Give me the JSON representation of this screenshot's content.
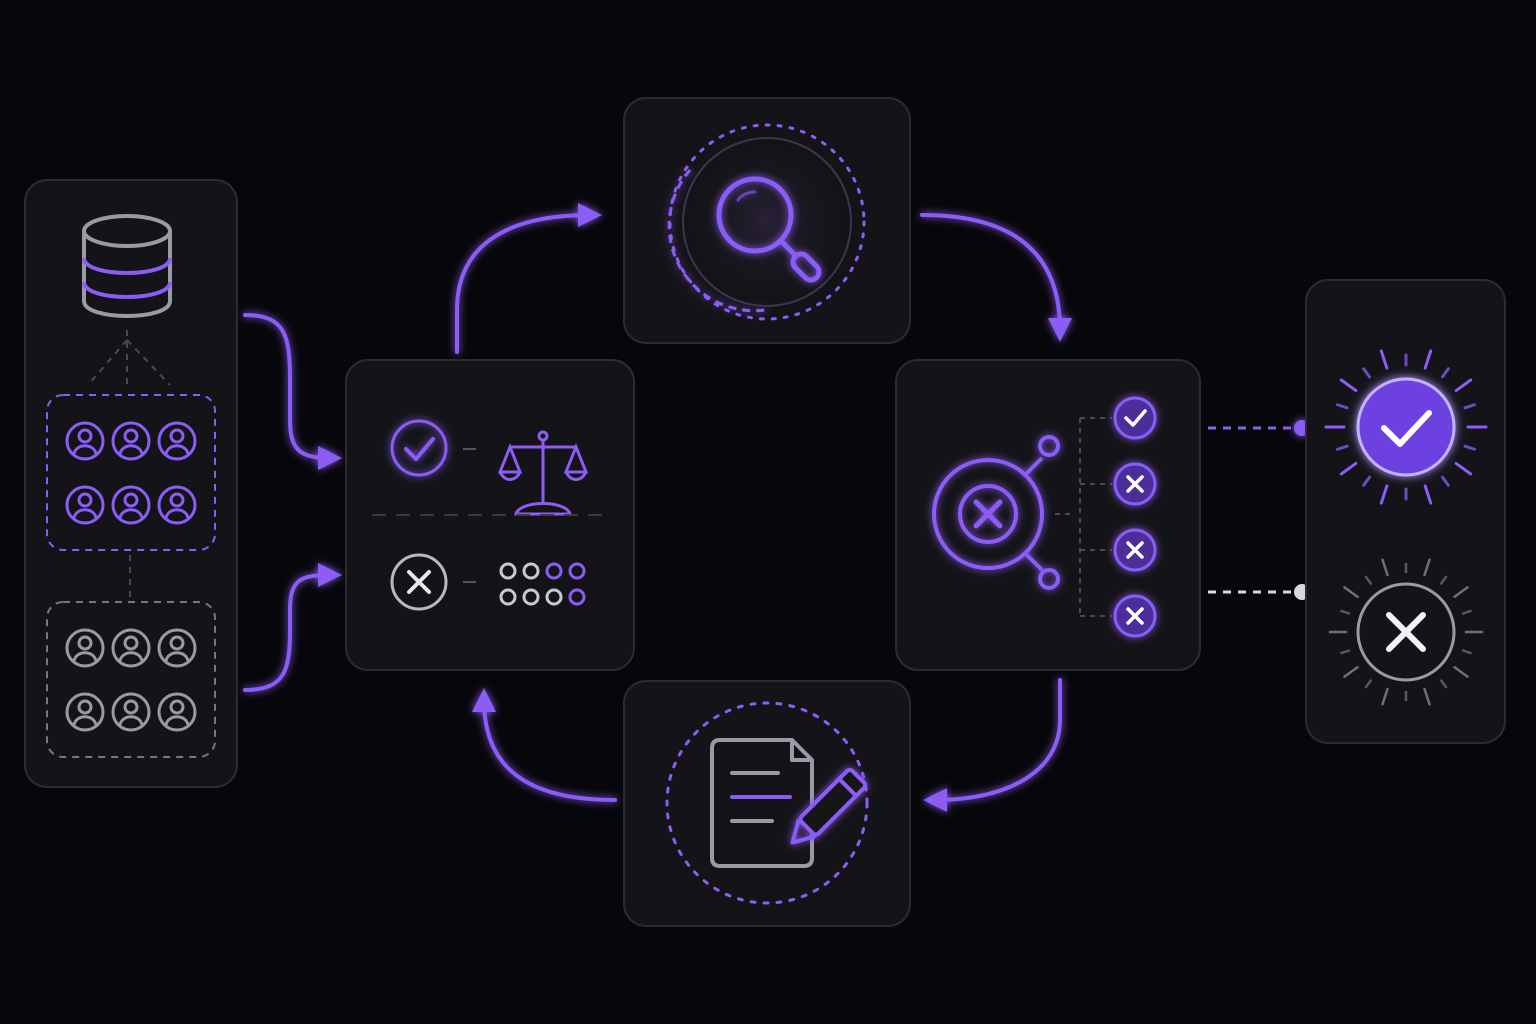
{
  "colors": {
    "background": "#07070b",
    "panel": "#141418",
    "panel_border": "#2b2b33",
    "accent": "#8b5cf6",
    "accent_fill": "#6d3fe0",
    "neutral": "#9a9aa6",
    "white": "#ecebf5"
  },
  "nodes": {
    "data_source": {
      "icons": [
        "database-icon",
        "user-group-icon",
        "user-group-icon"
      ],
      "highlighted_group_users": 6,
      "neutral_group_users": 6
    },
    "evaluation": {
      "icons": [
        "check-circle-icon",
        "balance-scale-icon",
        "x-circle-icon",
        "dot-grid-icon"
      ],
      "dot_grid": {
        "rows": 2,
        "cols": 4,
        "filled_per_row": [
          2,
          1
        ]
      }
    },
    "search": {
      "icons": [
        "magnifier-icon"
      ]
    },
    "filter": {
      "icons": [
        "x-circle-icon",
        "check-badge-icon",
        "x-badge-icon",
        "x-badge-icon",
        "x-badge-icon"
      ],
      "outcomes": [
        "check",
        "x",
        "x",
        "x"
      ]
    },
    "review": {
      "icons": [
        "document-icon",
        "pencil-icon"
      ]
    },
    "result": {
      "icons": [
        "accepted-check-icon",
        "rejected-x-icon"
      ],
      "outcomes": [
        "accept",
        "reject"
      ]
    }
  },
  "flow": [
    [
      "data_source",
      "evaluation"
    ],
    [
      "evaluation",
      "search"
    ],
    [
      "search",
      "filter"
    ],
    [
      "filter",
      "review"
    ],
    [
      "review",
      "evaluation"
    ],
    [
      "filter",
      "result"
    ]
  ]
}
